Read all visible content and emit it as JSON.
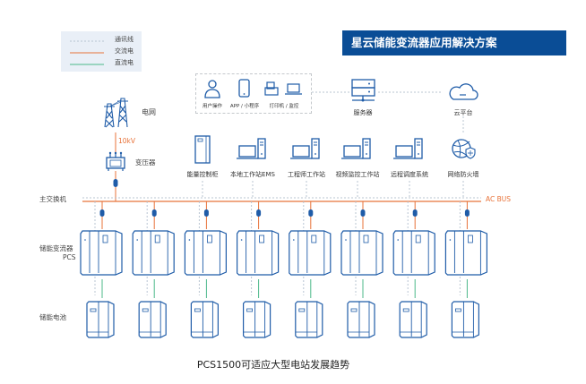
{
  "title": "星云储能变流器应用解决方案",
  "legend": [
    {
      "label": "通讯线",
      "color": "#b8c4d2",
      "style": "dashed"
    },
    {
      "label": "交流电",
      "color": "#e8733a",
      "style": "solid"
    },
    {
      "label": "直流电",
      "color": "#4cb88a",
      "style": "solid"
    }
  ],
  "terminals": [
    {
      "label": "用户操作",
      "icon": "user-icon"
    },
    {
      "label": "APP / 小程序",
      "icon": "phone-icon"
    },
    {
      "label": "打印机 / 监控",
      "icon": "printer-icon"
    }
  ],
  "server": "服务器",
  "cloud": "云平台",
  "grid": "电网",
  "voltage": "10kV",
  "transformer": "变压器",
  "devices": [
    {
      "label": "能量控制柜",
      "icon": "cabinet-icon"
    },
    {
      "label": "本地工作站EMS",
      "icon": "workstation-icon"
    },
    {
      "label": "工程师工作站",
      "icon": "workstation-icon"
    },
    {
      "label": "视频监控工作站",
      "icon": "workstation-icon"
    },
    {
      "label": "远程调度系统",
      "icon": "workstation-icon"
    },
    {
      "label": "网络防火墙",
      "icon": "firewall-icon"
    }
  ],
  "main_switch": "主交换机",
  "ac_bus": "AC BUS",
  "pcs_label": "储能变流器",
  "pcs_sub": "PCS",
  "battery_label": "储能电池",
  "pcs_count": 8,
  "caption": "PCS1500可适应大型电站发展趋势",
  "colors": {
    "blue": "#1f5ca8",
    "orange": "#e8733a",
    "green": "#4cb88a",
    "dash": "#b8c4d2",
    "title_bg": "#0a4d96"
  }
}
